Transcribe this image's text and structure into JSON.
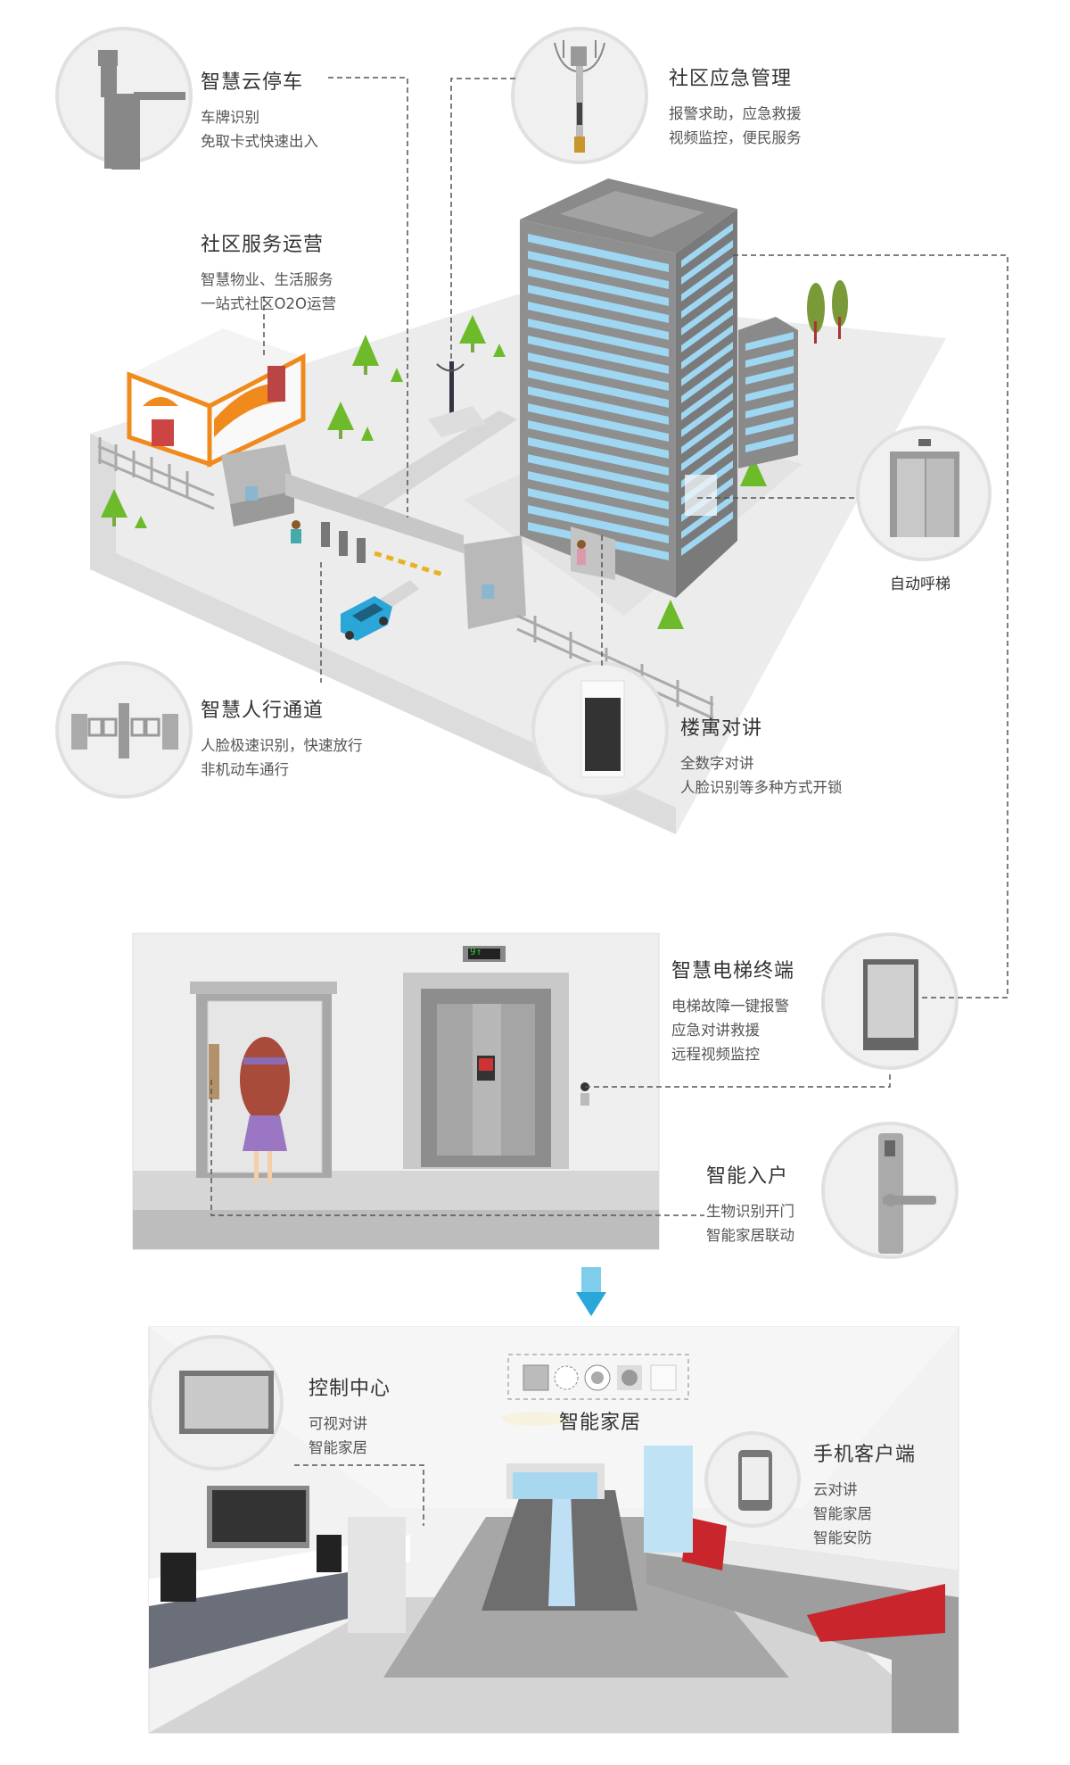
{
  "features": {
    "parking": {
      "title": "智慧云停车",
      "lines": [
        "车牌识别",
        "免取卡式快速出入"
      ]
    },
    "emergency": {
      "title": "社区应急管理",
      "lines": [
        "报警求助，应急救援",
        "视频监控，便民服务"
      ]
    },
    "service": {
      "title": "社区服务运营",
      "lines": [
        "智慧物业、生活服务",
        "一站式社区O2O运营"
      ]
    },
    "auto_elevator": {
      "title": "自动呼梯"
    },
    "pedestrian": {
      "title": "智慧人行通道",
      "lines": [
        "人脸极速识别，快速放行",
        "非机动车通行"
      ]
    },
    "intercom": {
      "title": "楼寓对讲",
      "lines": [
        "全数字对讲",
        "人脸识别等多种方式开锁"
      ]
    },
    "elevator_terminal": {
      "title": "智慧电梯终端",
      "lines": [
        "电梯故障一键报警",
        "应急对讲救援",
        "远程视频监控"
      ]
    },
    "smart_entry": {
      "title": "智能入户",
      "lines": [
        "生物识别开门",
        "智能家居联动"
      ]
    },
    "control_center": {
      "title": "控制中心",
      "lines": [
        "可视对讲",
        "智能家居"
      ]
    },
    "smart_home": {
      "title": "智能家居"
    },
    "mobile_client": {
      "title": "手机客户端",
      "lines": [
        "云对讲",
        "智能家居",
        "智能安防"
      ]
    }
  },
  "elevator_display": "9↑",
  "colors": {
    "accent_blue": "#2aa6d8",
    "window_blue": "#9fd6f2",
    "tree_green": "#6dbb2a",
    "shop_orange": "#f08a1c",
    "sofa_red": "#c8262c"
  }
}
